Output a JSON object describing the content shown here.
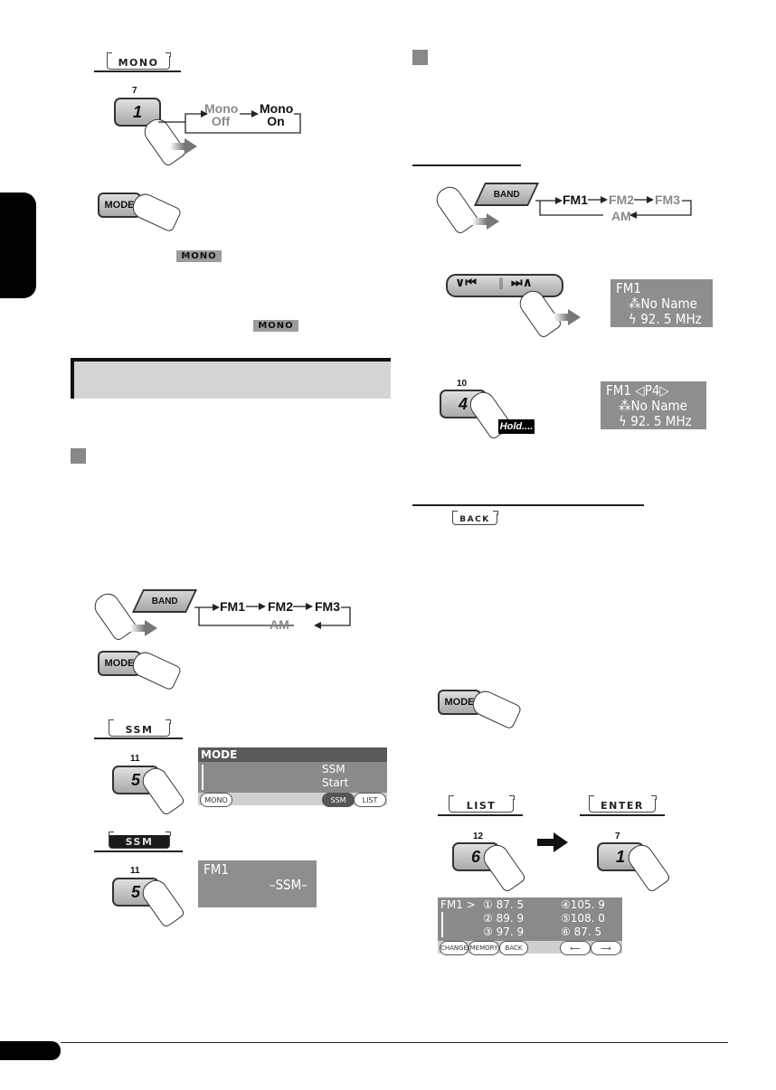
{
  "left": {
    "mono_key": "MONO",
    "mono_button_number": "7",
    "mono_button_digit": "1",
    "mono_flow": {
      "off": "Mono Off",
      "on": "Mono On"
    },
    "mode_button": "MODE",
    "mono_indicator_1": "MONO",
    "mono_indicator_2": "MONO",
    "band_button": "BAND",
    "band_flow": [
      "FM1",
      "FM2",
      "FM3",
      "AM"
    ],
    "mode_button_2": "MODE",
    "ssm_key": "SSM",
    "ssm_button_number": "11",
    "ssm_button_digit": "5",
    "mode_display": {
      "title": "MODE",
      "line1": "SSM",
      "line2": "Start",
      "soft_left": "MONO",
      "soft_mid": "SSM",
      "soft_right": "LIST"
    },
    "ssm_key_2": "SSM",
    "ssm_button_number_2": "11",
    "ssm_button_digit_2": "5",
    "ssm_display": {
      "band": "FM1",
      "text": "–SSM–"
    }
  },
  "right": {
    "band_button": "BAND",
    "band_flow": [
      "FM1",
      "FM2",
      "FM3",
      "AM"
    ],
    "tune_display": {
      "band": "FM1",
      "name": "No Name",
      "freq": "92. 5  MHz"
    },
    "preset_button_number": "10",
    "preset_button_digit": "4",
    "hold_label": "Hold....",
    "preset_display": {
      "band": "FM1",
      "preset": "P4",
      "name": "No Name",
      "freq": "92. 5  MHz"
    },
    "back_key": "BACK",
    "mode_button": "MODE",
    "list_key": "LIST",
    "enter_key": "ENTER",
    "list_button_number": "12",
    "list_button_digit": "6",
    "enter_button_number": "7",
    "enter_button_digit": "1",
    "list_display": {
      "band": "FM1 >",
      "col1": [
        "① 87. 5",
        "② 89. 9",
        "③ 97. 9"
      ],
      "col2": [
        "④105. 9",
        "⑤108. 0",
        "⑥ 87. 5"
      ],
      "soft": [
        "CHANGE",
        "MEMORY",
        "BACK"
      ]
    }
  }
}
